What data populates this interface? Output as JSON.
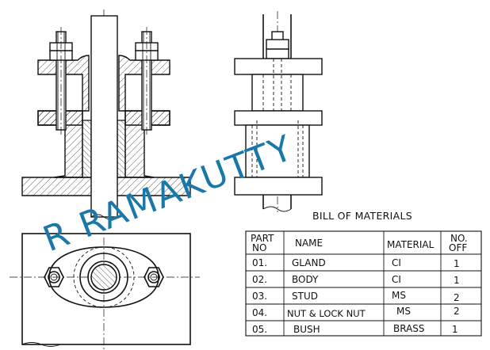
{
  "watermark": {
    "text": "R RAMAKUTTY",
    "color": "#1a78a8"
  },
  "bom": {
    "title": "BILL OF MATERIALS",
    "headers": {
      "part_no_line1": "PART",
      "part_no_line2": "NO",
      "name": "NAME",
      "material": "MATERIAL",
      "qty_line1": "NO.",
      "qty_line2": "OFF"
    },
    "rows": [
      {
        "no": "01.",
        "name": "GLAND",
        "material": "CI",
        "qty": "1"
      },
      {
        "no": "02.",
        "name": "BODY",
        "material": "CI",
        "qty": "1"
      },
      {
        "no": "03.",
        "name": "STUD",
        "material": "MS",
        "qty": "2"
      },
      {
        "no": "04.",
        "name": "NUT & LOCK NUT",
        "material": "MS",
        "qty": "2"
      },
      {
        "no": "05.",
        "name": "BUSH",
        "material": "BRASS",
        "qty": "1"
      }
    ]
  }
}
